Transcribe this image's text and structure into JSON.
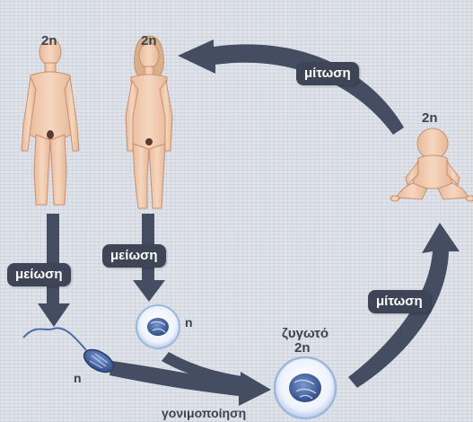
{
  "labels": {
    "father_ploidy": "2n",
    "mother_ploidy": "2n",
    "baby_ploidy": "2n",
    "sperm_ploidy": "n",
    "egg_ploidy": "n",
    "zygote": "ζυγωτό",
    "zygote_ploidy": "2n"
  },
  "processes": {
    "meiosis_male": "μείωση",
    "meiosis_female": "μείωση",
    "mitosis_top": "μίτωση",
    "mitosis_right": "μίτωση",
    "fertilization": "γονιμοποίηση"
  },
  "colors": {
    "arrow": "#454d62",
    "tag_bg": "#3d4556",
    "skin": "#f1ccb2",
    "cell_outer": "#e9eff8",
    "cell_ring": "#9fb7dd",
    "nucleus": "#3f5f9e"
  }
}
